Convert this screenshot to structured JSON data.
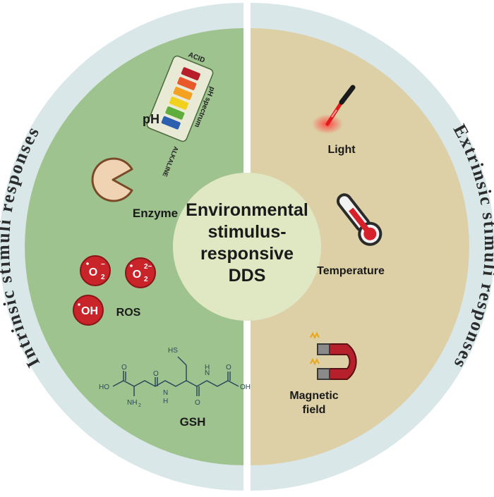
{
  "center": {
    "lines": [
      "Environmental",
      "stimulus-",
      "responsive",
      "DDS"
    ]
  },
  "rings": {
    "left_label": "Intrinsic stimuli responses",
    "right_label": "Extrinsic stimuli responses"
  },
  "intrinsic": {
    "ph": {
      "label": "pH",
      "strip_top": "ACID",
      "strip_side": "pH spectrum",
      "strip_bottom": "ALKALINE",
      "colors": [
        "#b81e2a",
        "#e8582a",
        "#f4a020",
        "#f2d11c",
        "#5fae3c",
        "#2c5fb0"
      ]
    },
    "enzyme": {
      "label": "Enzyme"
    },
    "ros": {
      "label": "ROS",
      "species": [
        {
          "base": "O",
          "sub": "2",
          "sup": "−"
        },
        {
          "base": "O",
          "sub": "2",
          "sup": "2−"
        },
        {
          "base": "OH",
          "sub": "",
          "sup": ""
        }
      ]
    },
    "gsh": {
      "label": "GSH",
      "atoms": {
        "hs": "HS",
        "hoL": "HO",
        "nh2": "NH",
        "nh2_sub": "2",
        "o1": "O",
        "o2": "O",
        "o3": "O",
        "o4": "O",
        "h1": "H",
        "h2": "H",
        "n1": "N",
        "n2": "N",
        "ohR": "OH"
      }
    }
  },
  "extrinsic": {
    "light": {
      "label": "Light"
    },
    "temperature": {
      "label": "Temperature"
    },
    "magnetic": {
      "label_line1": "Magnetic",
      "label_line2": "field"
    }
  },
  "colors": {
    "outer_ring": "#d9e7e9",
    "left_half": "#9fc38f",
    "right_half": "#ddd0a6",
    "center_circle": "#dfe7c3",
    "ros_red": "#c8242a",
    "ring_text": "#2b2b2b"
  },
  "icons": [
    "ph-strip-icon",
    "enzyme-pacman-icon",
    "ros-radical-icon",
    "gsh-molecule-icon",
    "light-pen-icon",
    "thermometer-icon",
    "horseshoe-magnet-icon"
  ]
}
